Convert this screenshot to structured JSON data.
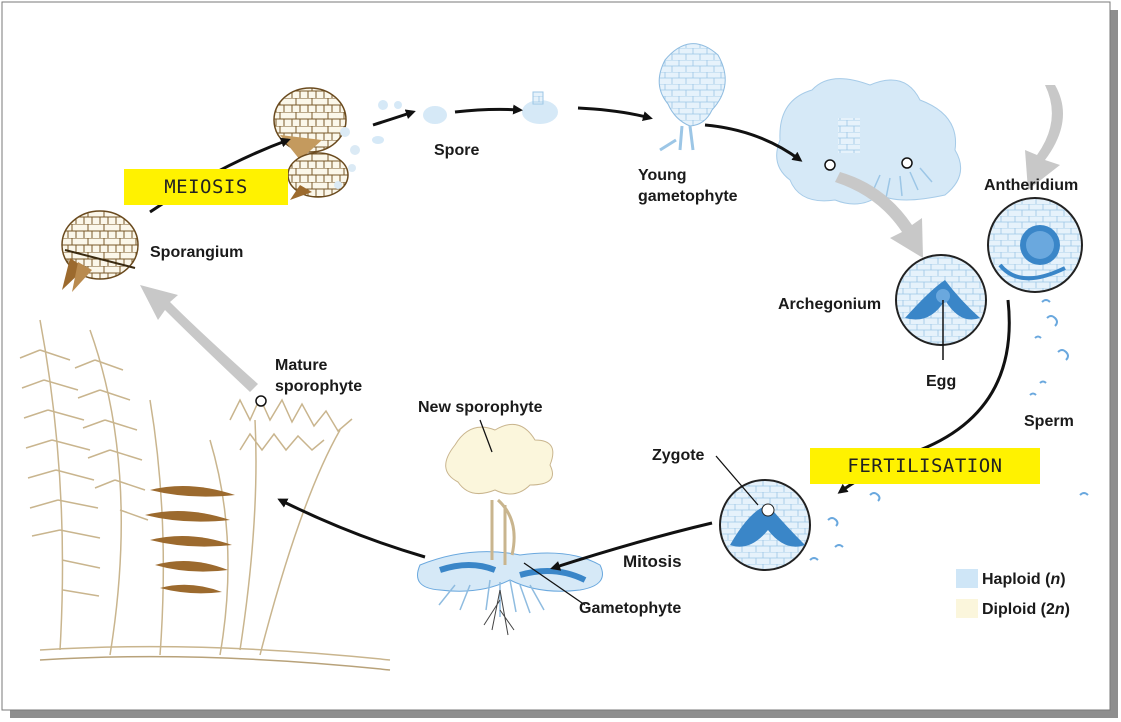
{
  "labels": {
    "spore": "Spore",
    "young_gametophyte_1": "Young",
    "young_gametophyte_2": "gametophyte",
    "antheridium": "Antheridium",
    "sporangium": "Sporangium",
    "archegonium": "Archegonium",
    "egg": "Egg",
    "sperm": "Sperm",
    "mature_sporophyte_1": "Mature",
    "mature_sporophyte_2": "sporophyte",
    "new_sporophyte": "New sporophyte",
    "zygote": "Zygote",
    "mitosis": "Mitosis",
    "gametophyte": "Gametophyte"
  },
  "stages": {
    "meiosis": "MEIOSIS",
    "fertilisation": "FERTILISATION"
  },
  "legend": {
    "haploid": "Haploid (n)",
    "diploid": "Diploid (2n)",
    "haploid_color": "#cfe6f7",
    "diploid_color": "#fbf6dc"
  },
  "colors": {
    "haploid_fill": "#cfe6f7",
    "haploid_dark": "#3a86c8",
    "diploid_fill": "#f7f1dc",
    "frond_line": "#c9b58e",
    "brown": "#9c6a2e",
    "arrow_gray": "#c8c8c8",
    "highlight": "#fff200"
  }
}
